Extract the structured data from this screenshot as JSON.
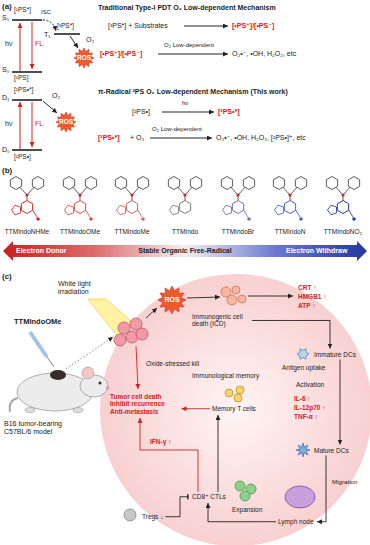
{
  "diagram": {
    "nodes": [
      {
        "text": [
          "Immunogenic cell death (ICD)"
        ]
      },
      {
        "text": [
          "Immature DCs"
        ]
      },
      {
        "text": [
          "Mature DCs"
        ]
      },
      {
        "text": [
          "Lymph node"
        ]
      },
      {
        "text": [
          "CD8⁺ CTLs"
        ]
      },
      {
        "text": [
          "Memory T cells"
        ]
      },
      {
        "text": [
          "Tregs ↓"
        ]
      },
      {
        "text": [
          "Tumor cell death Inhibit recurrence Anti-metastasis"
        ]
      }
    ],
    "edges": [
      {
        "from": 0,
        "to": 1,
        "arrow": "to"
      },
      {
        "from": 1,
        "to": 2,
        "arrow": "to"
      },
      {
        "from": 2,
        "to": 3,
        "arrow": "to"
      },
      {
        "from": 3,
        "to": 4,
        "arrow": "to"
      },
      {
        "from": 4,
        "to": 5,
        "arrow": "to"
      },
      {
        "from": 4,
        "to": 7,
        "arrow": "to"
      },
      {
        "from": 5,
        "to": 7,
        "arrow": "to"
      },
      {
        "from": 6,
        "to": 4,
        "arrow": "to"
      }
    ],
    "labels": [
      "(a)",
      "S₁",
      "[¹PS*]",
      "T₁",
      "[³PS*]",
      "ISC",
      "hν",
      "FL",
      "S₀",
      "[¹PS]",
      "O₂",
      "ROS",
      "Traditional Type-I PDT O₂ Low-dependent Mechanism",
      "[³PS*] + Substrates",
      "[•PS⁺]/[•PS⁻]",
      "[•PS⁺]/[•PS⁻]",
      "O₂ Low-dependent",
      "O₂•⁻, •OH, H₂O₂, etc",
      "D₁",
      "[²PS•*]",
      "hν",
      "FL",
      "D₀",
      "[²PS•]",
      "O₂",
      "ROS",
      "π-Radical ²PS O₂ Low-dependent Mechanism (This work)",
      "[²PS•]",
      "hν",
      "[²PS•*]",
      "[²PS•*]",
      "+ O₂",
      "O₂ Low-dependent",
      "O₂•⁻, •OH, H₂O₂, [²PS•]⁺, etc",
      "(b)",
      "TTMIndoNHMe",
      "TTMIndoOMe",
      "TTMIndoMe",
      "TTMIndo",
      "TTMIndoBr",
      "TTMIndoN",
      "TTMIndoNO₂",
      "Electron Donor",
      "Stable Organic Free-Radical",
      "Electron Withdraw",
      "(c)",
      "TTMIndoOMe",
      "B16 tumor-bearing C57BL/6 model",
      "White light irradiation",
      "ROS",
      "CRT ↑",
      "HMGB1 ↑",
      "ATP ↑",
      "Antigen uptake",
      "Activation",
      "IL-6 ↑",
      "IL-12p70 ↑",
      "TNF-α ↑",
      "Migration",
      "Expansion",
      "IFN-γ ↑",
      "Immunological memory",
      "Oxide-stressed kill"
    ]
  }
}
